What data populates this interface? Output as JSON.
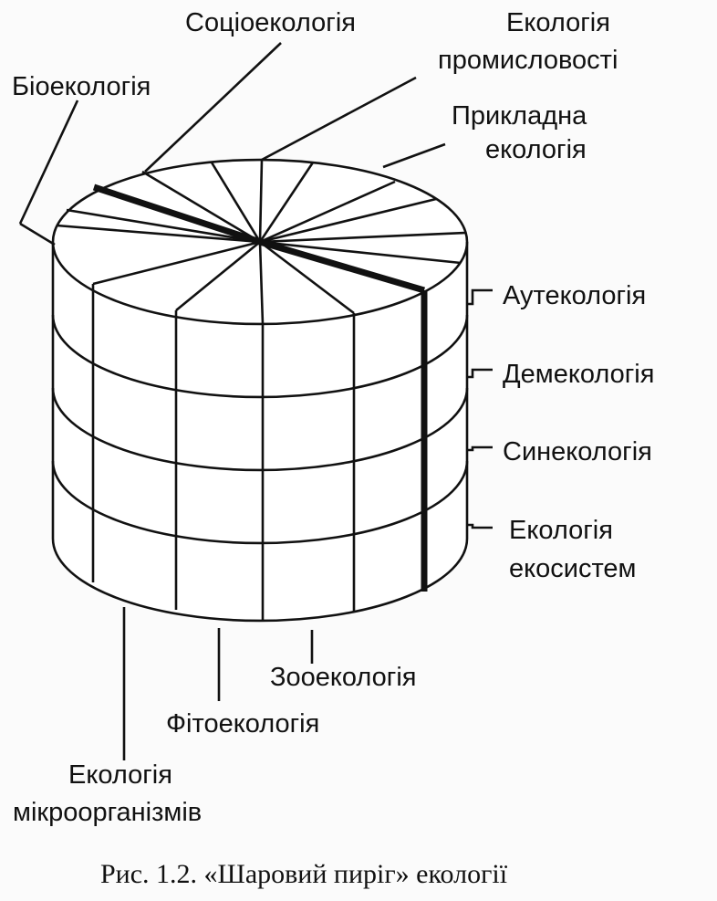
{
  "top_labels": {
    "socio": "Соціоекологія",
    "industrial_1": "Екологія",
    "industrial_2": "промисловості",
    "bio": "Біоекологія",
    "applied_1": "Прикладна",
    "applied_2": "екологія"
  },
  "side_labels": {
    "autecology": "Аутекологія",
    "demecology": "Демекологія",
    "synecology": "Синекологія",
    "ecosystems_1": "Екологія",
    "ecosystems_2": "екосистем"
  },
  "bottom_labels": {
    "zoo": "Зооекологія",
    "phyto": "Фітоекологія",
    "micro_1": "Екологія",
    "micro_2": "мікроорганізмів"
  },
  "caption": "Рис. 1.2. «Шаровий пиріг» екології",
  "colors": {
    "ink": "#111111",
    "paper": "#ffffff"
  }
}
